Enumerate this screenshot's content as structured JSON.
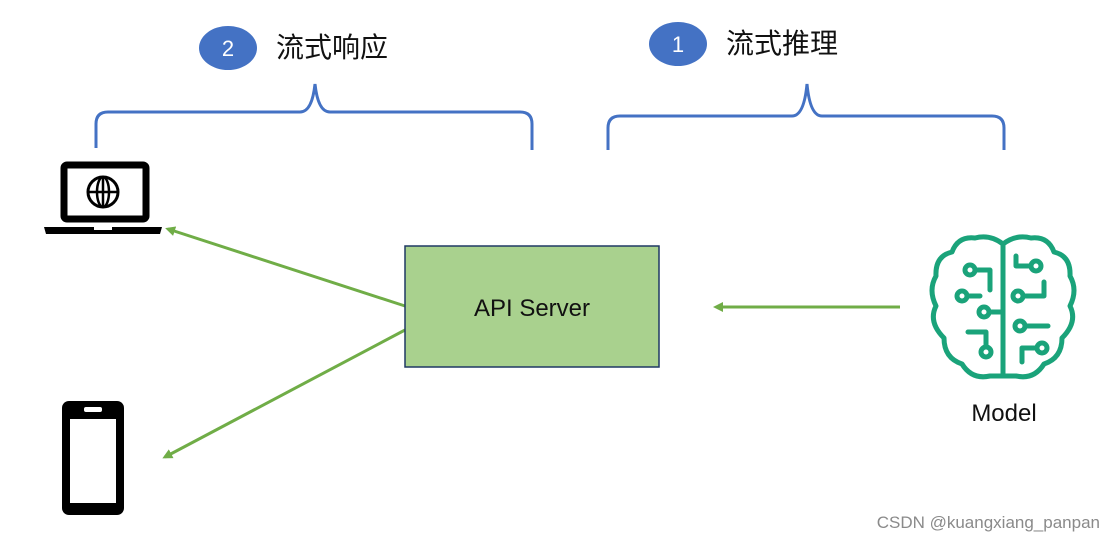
{
  "steps": [
    {
      "number": "2",
      "label": "流式响应"
    },
    {
      "number": "1",
      "label": "流式推理"
    }
  ],
  "server": {
    "label": "API Server"
  },
  "model": {
    "label": "Model",
    "icon": "brain-circuit-icon"
  },
  "clients": [
    {
      "icon": "laptop-globe-icon"
    },
    {
      "icon": "smartphone-icon"
    }
  ],
  "watermark": "CSDN @kuangxiang_panpan",
  "colors": {
    "badge": "#4472c4",
    "brace": "#4472c4",
    "arrow": "#70ad47",
    "server_fill": "#a9d18e",
    "server_border": "#1f3864",
    "model_icon": "#1aa37a",
    "device": "#000000"
  }
}
